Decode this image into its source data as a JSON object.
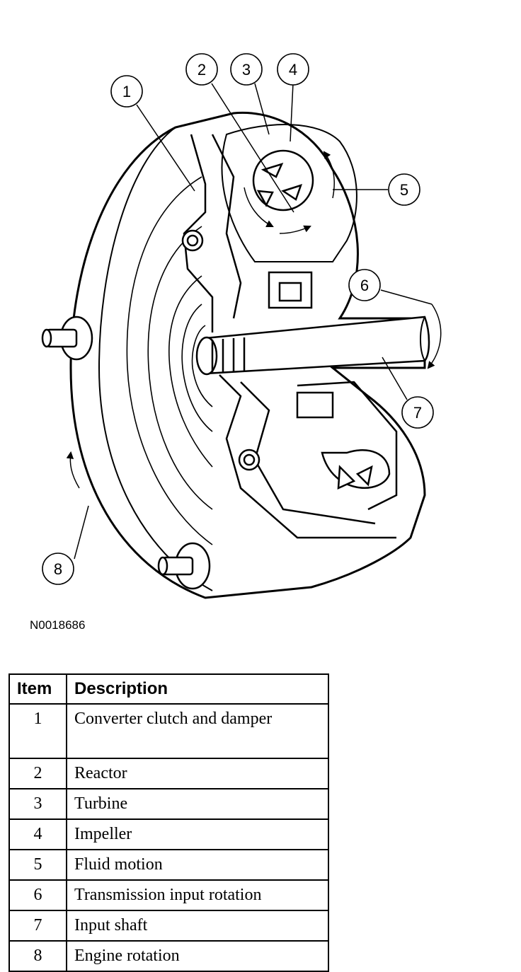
{
  "figure_code": "N0018686",
  "callouts": [
    "1",
    "2",
    "3",
    "4",
    "5",
    "6",
    "7",
    "8"
  ],
  "legend": {
    "header_item": "Item",
    "header_description": "Description",
    "rows": [
      {
        "item": "1",
        "description": "Converter clutch and damper"
      },
      {
        "item": "2",
        "description": "Reactor"
      },
      {
        "item": "3",
        "description": "Turbine"
      },
      {
        "item": "4",
        "description": "Impeller"
      },
      {
        "item": "5",
        "description": "Fluid motion"
      },
      {
        "item": "6",
        "description": "Transmission input rotation"
      },
      {
        "item": "7",
        "description": "Input shaft"
      },
      {
        "item": "8",
        "description": "Engine rotation"
      }
    ]
  }
}
